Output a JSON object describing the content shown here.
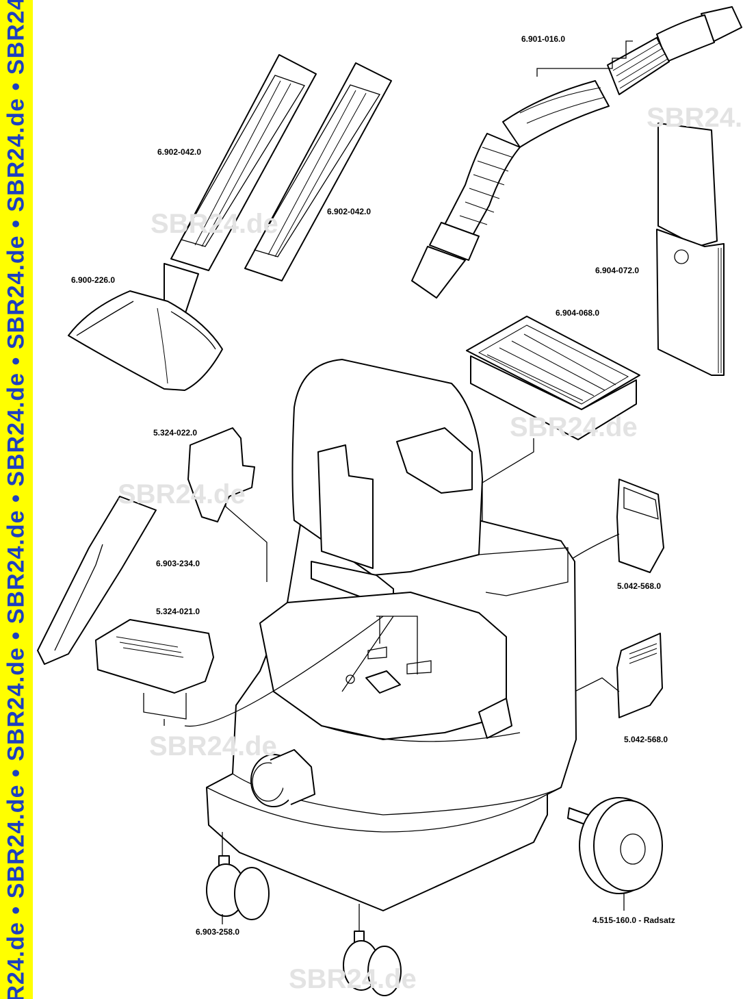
{
  "banner": {
    "text": "R24.de • SBR24.de • SBR24.de • SBR24.de • SBR24.de • SBR24.de • SBR24.de • SBR24",
    "background": "#ffff00",
    "color": "#1d3fbf"
  },
  "watermark": {
    "text": "SBR24.de",
    "color": "#e3e3e3"
  },
  "parts": [
    {
      "id": "6.901-016.0"
    },
    {
      "id": "6.902-042.0"
    },
    {
      "id": "6.902-042.0"
    },
    {
      "id": "6.900-226.0"
    },
    {
      "id": "6.904-072.0"
    },
    {
      "id": "6.904-068.0"
    },
    {
      "id": "5.324-022.0"
    },
    {
      "id": "6.903-234.0"
    },
    {
      "id": "5.042-568.0"
    },
    {
      "id": "5.324-021.0"
    },
    {
      "id": "5.042-568.0"
    },
    {
      "id": "6.903-258.0"
    },
    {
      "id": "4.515-160.0 - Radsatz"
    }
  ]
}
